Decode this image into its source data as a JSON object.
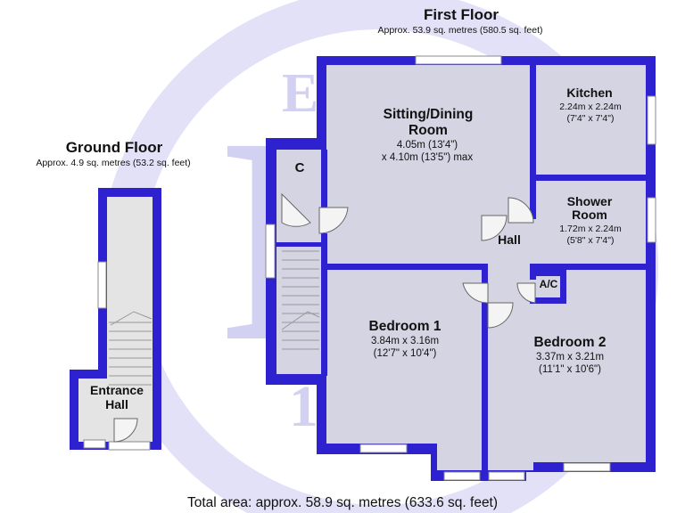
{
  "first_floor": {
    "title": "First Floor",
    "area": "Approx. 53.9 sq. metres (580.5 sq. feet)"
  },
  "ground_floor": {
    "title": "Ground Floor",
    "area": "Approx. 4.9 sq. metres (53.2 sq. feet)"
  },
  "rooms": {
    "sitting": {
      "name1": "Sitting/Dining",
      "name2": "Room",
      "dim1": "4.05m (13'4\")",
      "dim2": "x 4.10m (13'5\") max"
    },
    "kitchen": {
      "name": "Kitchen",
      "dim1": "2.24m x 2.24m",
      "dim2": "(7'4\" x 7'4\")"
    },
    "shower": {
      "name1": "Shower",
      "name2": "Room",
      "dim1": "1.72m x 2.24m",
      "dim2": "(5'8\" x 7'4\")"
    },
    "hall": {
      "name": "Hall"
    },
    "cupboard": {
      "name": "C"
    },
    "ac": {
      "name": "A/C"
    },
    "bedroom1": {
      "name": "Bedroom 1",
      "dim1": "3.84m x 3.16m",
      "dim2": "(12'7\" x 10'4\")"
    },
    "bedroom2": {
      "name": "Bedroom 2",
      "dim1": "3.37m x 3.21m",
      "dim2": "(11'1\" x 10'6\")"
    },
    "entrance": {
      "name1": "Entrance",
      "name2": "Hall"
    }
  },
  "watermark": {
    "top": "EST.",
    "letter": "M",
    "bottom": "1963"
  },
  "total_area": "Total area: approx. 58.9 sq. metres (633.6 sq. feet)",
  "colors": {
    "wall": "#2d21d0",
    "floor": "#e4e4e4",
    "watermark": "#c9c6ef"
  }
}
